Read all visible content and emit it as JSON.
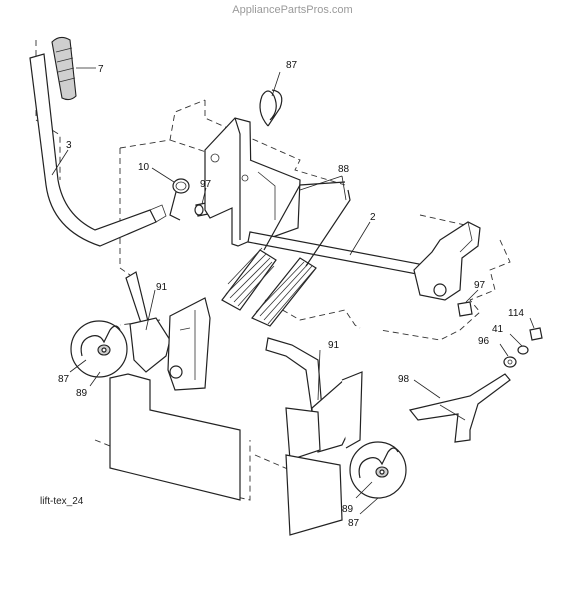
{
  "watermark": "AppliancePartsPros.com",
  "figure_id": "lift-tex_24",
  "callouts": [
    {
      "id": "label-7",
      "text": "7"
    },
    {
      "id": "label-87-top",
      "text": "87"
    },
    {
      "id": "label-3",
      "text": "3"
    },
    {
      "id": "label-10",
      "text": "10"
    },
    {
      "id": "label-97-left",
      "text": "97"
    },
    {
      "id": "label-88",
      "text": "88"
    },
    {
      "id": "label-2",
      "text": "2"
    },
    {
      "id": "label-97-right",
      "text": "97"
    },
    {
      "id": "label-114",
      "text": "114"
    },
    {
      "id": "label-41",
      "text": "41"
    },
    {
      "id": "label-96",
      "text": "96"
    },
    {
      "id": "label-91-left",
      "text": "91"
    },
    {
      "id": "label-91-right",
      "text": "91"
    },
    {
      "id": "label-98",
      "text": "98"
    },
    {
      "id": "label-87-left",
      "text": "87"
    },
    {
      "id": "label-89-left",
      "text": "89"
    },
    {
      "id": "label-89-right",
      "text": "89"
    },
    {
      "id": "label-87-right",
      "text": "87"
    }
  ]
}
